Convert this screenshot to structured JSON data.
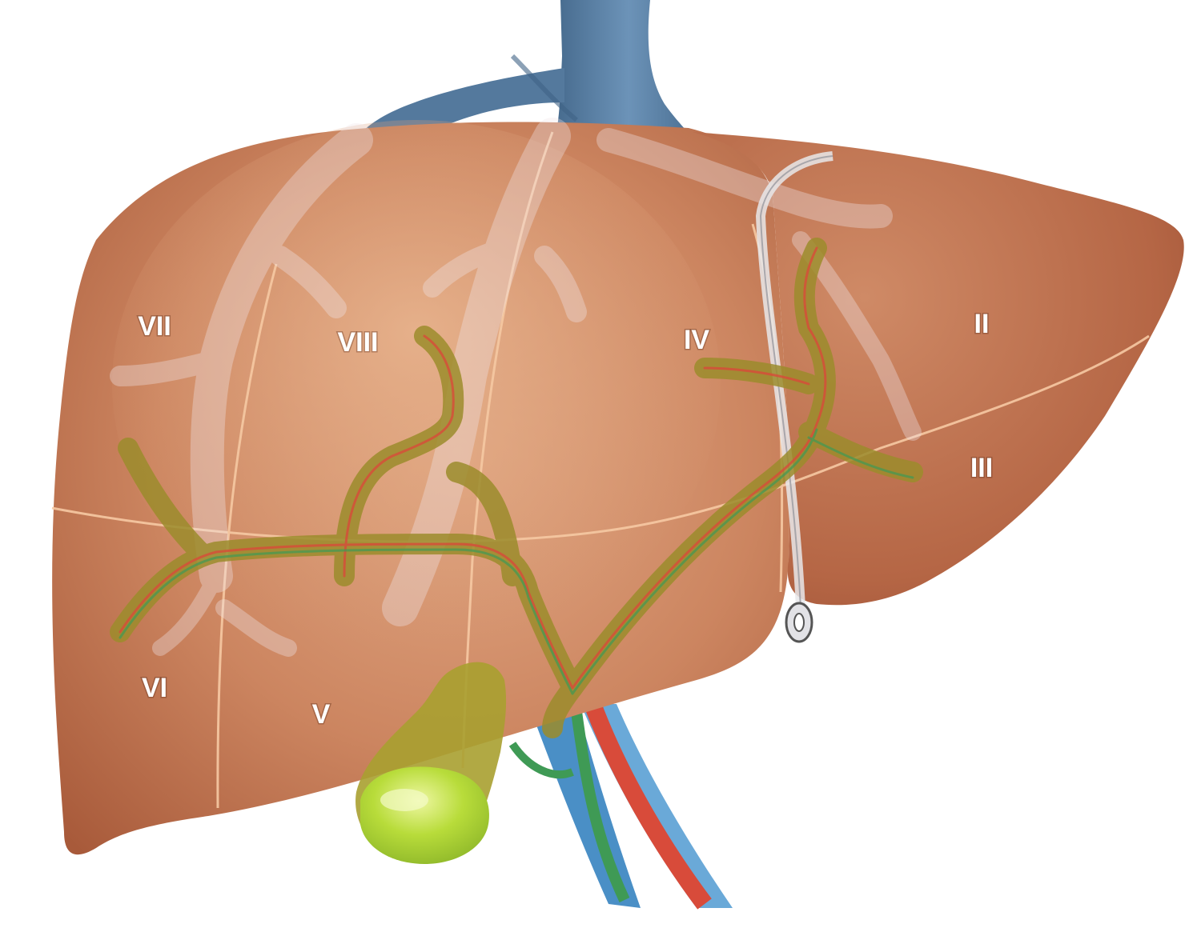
{
  "segments": {
    "ii": "II",
    "iii": "III",
    "iv": "IV",
    "v": "V",
    "vi": "VI",
    "vii": "VII",
    "viii": "VIII"
  },
  "colors": {
    "liver_right": "#c47b55",
    "liver_left": "#b86a48",
    "liver_highlight": "#e0a780",
    "segment_boundary": "#f6c9a3",
    "hepatic_vein_overlay": "#f1e6ea",
    "vena_cava": "#5b82a6",
    "portal_vein": "#4a8fc6",
    "hepatic_artery": "#d84b3a",
    "bile_duct": "#3f9a55",
    "portal_triad": "#9c8c2c",
    "gallbladder": "#c7d83a",
    "gallbladder_cap": "#a4cc2a",
    "ligament": "#e7e7ea"
  }
}
